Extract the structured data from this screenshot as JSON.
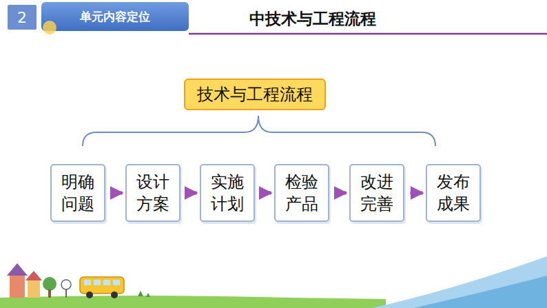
{
  "diagram": {
    "title": "中技术与工程流程",
    "nodes": [
      {
        "text": [
          "技术与工程流程"
        ]
      },
      {
        "text": [
          "明确 问题"
        ]
      },
      {
        "text": [
          "设计 方案"
        ]
      },
      {
        "text": [
          "实施 计划"
        ]
      },
      {
        "text": [
          "检验 产品"
        ]
      },
      {
        "text": [
          "改进 完善"
        ]
      },
      {
        "text": [
          "发布 成果"
        ]
      }
    ],
    "edges": [
      {
        "from": 1,
        "to": 2,
        "arrow": "to"
      },
      {
        "from": 2,
        "to": 3,
        "arrow": "to"
      },
      {
        "from": 3,
        "to": 4,
        "arrow": "to"
      },
      {
        "from": 4,
        "to": 5,
        "arrow": "to"
      },
      {
        "from": 5,
        "to": 6,
        "arrow": "to"
      }
    ],
    "labels": [
      "2",
      "单元内容定位"
    ]
  }
}
